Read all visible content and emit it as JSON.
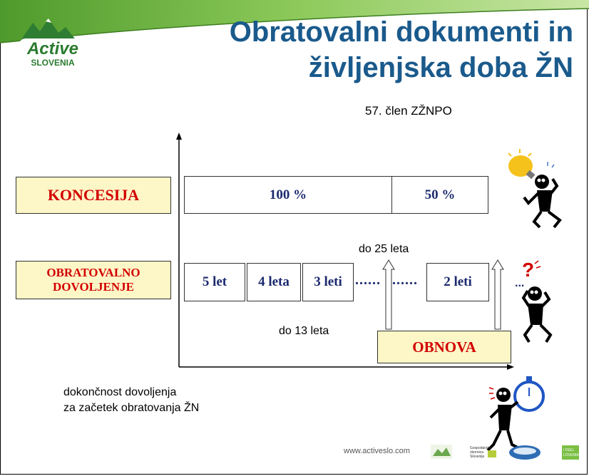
{
  "logo": {
    "line1": "Active",
    "line2": "SLOVENIA"
  },
  "title": {
    "line1": "Obratovalni dokumenti in",
    "line2": "življenjska doba ŽN"
  },
  "subtitle": "57. člen ZŽNPO",
  "rows": {
    "koncesija": {
      "label": "KONCESIJA",
      "segments": [
        "100 %",
        "50 %"
      ]
    },
    "dovoljenje": {
      "label_line1": "OBRATOVALNO",
      "label_line2": "DOVOLJENJE",
      "segments": [
        "5 let",
        "4 leta",
        "3 leti",
        "2 leti"
      ],
      "dots": "......",
      "dots2": "......"
    }
  },
  "notes": {
    "do25": "do 25 leta",
    "do13": "do 13 leta",
    "obnova": "OBNOVA",
    "dokoncnost_line1": "dokončnost dovoljenja",
    "dokoncnost_line2": "za začetek obratovanja ŽN"
  },
  "icons": {
    "question": "?",
    "dots_small": "..."
  },
  "footer": {
    "url": "www.activeslo.com",
    "gzs_line1": "Gospodarska",
    "gzs_line2": "zbornica",
    "gzs_line3": "Slovenije",
    "feel_line1": "I FEEL",
    "feel_line2": "LOVENIA"
  },
  "colors": {
    "title": "#1a5a8c",
    "label_red": "#d20000",
    "label_fill": "#fdf6c6",
    "value_blue": "#1c2a6e",
    "grass": "#6ab23e"
  }
}
